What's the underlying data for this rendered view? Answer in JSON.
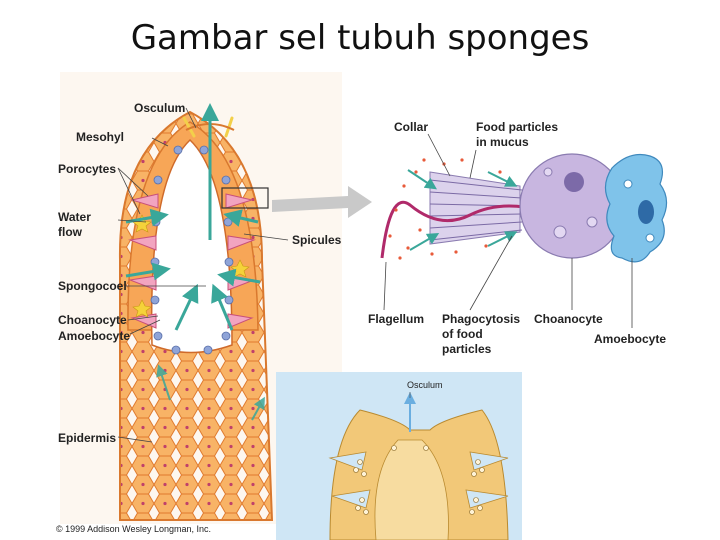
{
  "slide": {
    "title": "Gambar sel tubuh sponges"
  },
  "left_diagram": {
    "labels": {
      "osculum": "Osculum",
      "mesohyl": "Mesohyl",
      "porocytes": "Porocytes",
      "water_flow": "Water flow",
      "spicules": "Spicules",
      "spongocoel": "Spongocoel",
      "choanocyte": "Choanocyte",
      "amoebocyte": "Amoebocyte",
      "epidermis": "Epidermis"
    },
    "copyright": "© 1999 Addison Wesley Longman, Inc."
  },
  "right_diagram": {
    "labels": {
      "collar": "Collar",
      "food_particles": "Food particles in mucus",
      "flagellum": "Flagellum",
      "phagocytosis": "Phagocytosis of food particles",
      "choanocyte": "Choanocyte",
      "amoebocyte": "Amoebocyte"
    }
  },
  "bottom_diagram": {
    "labels": {
      "osculum": "Osculum"
    }
  },
  "colors": {
    "body_orange": "#f5a25a",
    "cavity": "#ffffff",
    "flow_arrow": "#3aa79a",
    "choanocyte_purple": "#c8b6e0",
    "amoebocyte_blue": "#7fc3ea",
    "bottom_bg": "#cfe6f5",
    "bottom_body": "#f2c878"
  }
}
